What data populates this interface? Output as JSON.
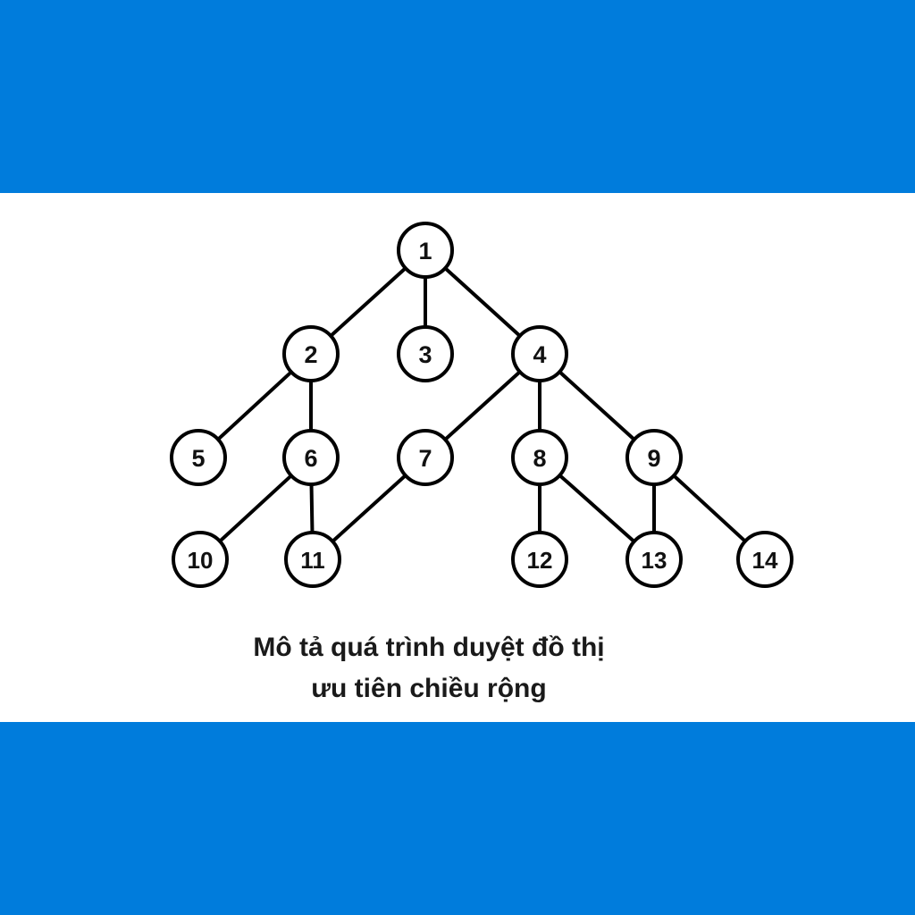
{
  "colors": {
    "band": "#007CDC",
    "background": "#FFFFFF",
    "stroke": "#000000"
  },
  "graph": {
    "nodes": [
      {
        "id": "1",
        "label": "1"
      },
      {
        "id": "2",
        "label": "2"
      },
      {
        "id": "3",
        "label": "3"
      },
      {
        "id": "4",
        "label": "4"
      },
      {
        "id": "5",
        "label": "5"
      },
      {
        "id": "6",
        "label": "6"
      },
      {
        "id": "7",
        "label": "7"
      },
      {
        "id": "8",
        "label": "8"
      },
      {
        "id": "9",
        "label": "9"
      },
      {
        "id": "10",
        "label": "10"
      },
      {
        "id": "11",
        "label": "11"
      },
      {
        "id": "12",
        "label": "12"
      },
      {
        "id": "13",
        "label": "13"
      },
      {
        "id": "14",
        "label": "14"
      }
    ],
    "edges": [
      [
        "1",
        "2"
      ],
      [
        "1",
        "3"
      ],
      [
        "1",
        "4"
      ],
      [
        "2",
        "5"
      ],
      [
        "2",
        "6"
      ],
      [
        "4",
        "7"
      ],
      [
        "4",
        "8"
      ],
      [
        "4",
        "9"
      ],
      [
        "6",
        "10"
      ],
      [
        "6",
        "11"
      ],
      [
        "7",
        "11"
      ],
      [
        "8",
        "12"
      ],
      [
        "8",
        "13"
      ],
      [
        "9",
        "13"
      ],
      [
        "9",
        "14"
      ]
    ]
  },
  "caption": {
    "line1": "Mô tả quá trình duyệt đồ thị",
    "line2": "ưu tiên chiều rộng"
  }
}
